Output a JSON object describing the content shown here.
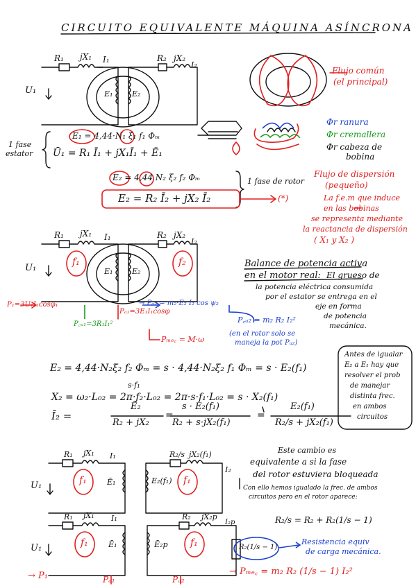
{
  "title": "CIRCUITO EQUIVALENTE MÁQUINA ASÍNCRONA",
  "circuit1": {
    "R1": "R₁",
    "X1": "jX₁",
    "I1": "I₁",
    "U1": "U₁",
    "E1": "E₁",
    "E2": "E₂",
    "R2": "R₂",
    "X2": "jX₂",
    "I2": "I₂"
  },
  "stator": {
    "label_line1": "1 fase",
    "label_line2": "estator",
    "eq1": "E₁ = 4,44·N₁ ξ₁ f₁ Φₘ",
    "eq2": "Ū₁ = R₁ Ī₁ + jX₁Ī₁ + Ē₁"
  },
  "rotor": {
    "eq1": "E₂ = 4,44 N₂ ξ₂ f₂ Φₘ",
    "eq2": "E₂ = R₂ Ī₂ + jX₂ Ī₂",
    "label": "1 fase de rotor",
    "star": "(*)"
  },
  "flux": {
    "common_line1": "Flujo común",
    "common_line2": "(el principal)",
    "ranura": "Φr ranura",
    "cremallera": "Φr cremallera",
    "cabeza_line1": "Φr cabeza de",
    "cabeza_line2": "bobina",
    "dispersion_line1": "Flujo de dispersión",
    "dispersion_line2": "(pequeño)",
    "note": [
      "La f.e.m que induce",
      "en las bobinas",
      "se representa mediante",
      "la reactancia de dispersión",
      "( X₁ y X₂ )"
    ]
  },
  "circuit2": {
    "R1": "R₁",
    "X1": "jX₁",
    "I1": "I₁",
    "U1": "U₁",
    "E1": "E₁",
    "E2": "E₂",
    "R2": "R₂",
    "X2": "jX₂",
    "I2": "I₂",
    "f1": "f₁",
    "f2": "f₂"
  },
  "power": {
    "P1": "P₁=3U₁I₁cosφ₁",
    "Pa1": "Pₐ₁=3E₁I₁cosφ",
    "Pcu1": "P꜀ᵤ₁=3R₁I₁²",
    "Pa2": "→ Pₐ₂ = m₂·E₂ I₂ cos ψ₂",
    "Pcu2": "P꜀ᵤ₂ = m₂ R₂ I₂²",
    "Pmec": "Pₘₑ꜀ = M·ω",
    "rotor_note": [
      "(en el rotor solo se",
      "maneja la pot Pₐ₂)"
    ]
  },
  "balance": {
    "title_line1": "Balance de potencia activa",
    "title_line2": "en el motor real:",
    "text": [
      "El grueso de",
      "la potencia eléctrica consumida",
      "por el estator se entrega en el",
      "eje en forma",
      "de potencia",
      "mecánica."
    ]
  },
  "derivation": {
    "eq_E2": "E₂ = 4,44·N₂ξ₂ f₂ Φₘ = s · 4,44·N₂ξ₂ f₁ Φₘ = s · E₂(f₁)",
    "sf1": "s·f₁",
    "eq_X2": "X₂ = ω₂·L₀₂ = 2π·f₂·L₀₂ = 2π·s·f₁·L₀₂ = s · X₂(f₁)",
    "eq_I2_lhs": "Ī₂ =",
    "eq_I2_num1": "Ē₂",
    "eq_I2_den1": "R₂ + jX₂",
    "eq_I2_num2": "s · E₂(f₁)",
    "eq_I2_den2": "R₂ + s·jX₂(f₁)",
    "eq_I2_num3": "E₂(f₁)",
    "eq_I2_den3": "R₂/s + jX₂(f₁)",
    "equals": "="
  },
  "side_note": [
    "Antes de igualar",
    "E₂ a E₁ hay que",
    "resolver el prob",
    "de manejar",
    "distinta frec.",
    "en ambos",
    "circuitos"
  ],
  "circuit3": {
    "R1": "R₁",
    "X1": "jX₁",
    "I1": "I₁",
    "U1": "U₁",
    "E1": "Ē₁",
    "R2s": "R₂/s",
    "X2f": "jX₂(f₁)",
    "E2f": "E₂(f₁)",
    "I2": "I₂",
    "f1": "f₁",
    "note1": [
      "Este cambio es",
      "equivalente a si la fase",
      "del rotor estuviera bloqueada"
    ],
    "note2": [
      "Con ello hemos igualado la frec. de ambos",
      "circuitos pero en el rotor aparece:"
    ]
  },
  "circuit4": {
    "R1": "R₁",
    "X1": "jX₁",
    "I1": "I₁",
    "U1": "U₁",
    "E1": "Ē₁",
    "R2": "R₂",
    "X2p": "jX₂p",
    "I2p": "I₂p",
    "E2p": "Ē₂p",
    "f1": "f₁",
    "Rload": "R₂(1/s − 1)",
    "eq": "R₂/s = R₂ + R₂(1/s − 1)",
    "load_label_line1": "Resistencia equiv",
    "load_label_line2": "de carga mecánica.",
    "P1": "→ P₁",
    "Pa1": "Pₐ₁",
    "Pa2": "Pₐ₂",
    "Pmec": "→ Pₘₑ꜀ = m₂ R₂ (1/s − 1) I₂²"
  },
  "colors": {
    "ink": "#111111",
    "red": "#e02020",
    "blue": "#1a3fcf",
    "green": "#1a9a1a"
  }
}
